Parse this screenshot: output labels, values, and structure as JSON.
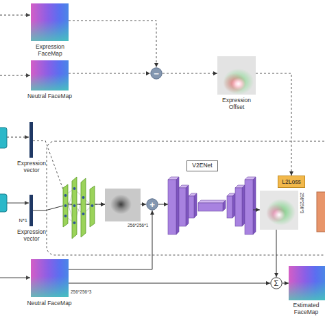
{
  "diagram": {
    "nodes": [
      {
        "text": [
          "Expression FaceMap"
        ]
      },
      {
        "text": [
          "Neutral FaceMap"
        ]
      },
      {
        "text": [
          "−"
        ]
      },
      {
        "text": [
          "Expression Offset"
        ]
      },
      {
        "text": [
          "Expression vector"
        ]
      },
      {
        "text": [
          "N*1",
          "Expression vector"
        ]
      },
      {
        "text": [
          "256*256*1"
        ]
      },
      {
        "text": [
          "+"
        ]
      },
      {
        "text": [
          "V2ENet"
        ]
      },
      {
        "text": [
          "256*256*3"
        ]
      },
      {
        "text": [
          "L2Loss"
        ]
      },
      {
        "text": [
          "256*256*3",
          "Neutral FaceMap"
        ]
      },
      {
        "text": [
          "Σ"
        ]
      },
      {
        "text": [
          "Estimated FaceMap"
        ]
      }
    ],
    "edges": [
      {
        "from": 0,
        "to": 2,
        "arrow": "to"
      },
      {
        "from": 1,
        "to": 2,
        "arrow": "to"
      },
      {
        "from": 2,
        "to": 3,
        "arrow": "to"
      },
      {
        "from": 3,
        "to": 10,
        "arrow": "to"
      },
      {
        "from": 4,
        "to": 6,
        "arrow": "to"
      },
      {
        "from": 5,
        "to": 6,
        "arrow": "to"
      },
      {
        "from": 6,
        "to": 7,
        "arrow": "to"
      },
      {
        "from": 11,
        "to": 7,
        "arrow": "to"
      },
      {
        "from": 7,
        "to": 8,
        "arrow": "to"
      },
      {
        "from": 8,
        "to": 9,
        "arrow": "to"
      },
      {
        "from": 9,
        "to": 12,
        "arrow": "to"
      },
      {
        "from": 11,
        "to": 12,
        "arrow": "to"
      },
      {
        "from": 12,
        "to": 13,
        "arrow": "to"
      }
    ]
  }
}
